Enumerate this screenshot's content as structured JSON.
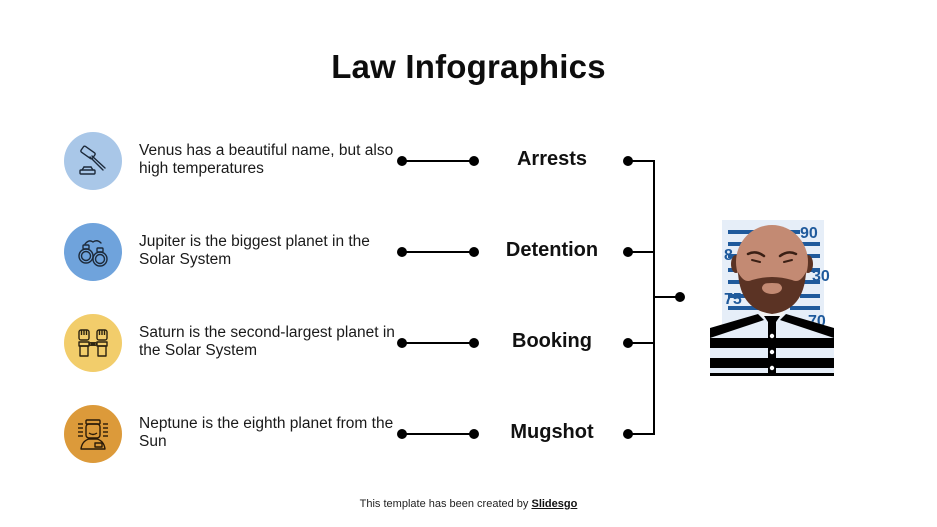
{
  "slide": {
    "title": "Law Infographics",
    "items": [
      {
        "icon": "gavel-icon",
        "circle_color": "#a9c7e8",
        "text": "Venus has a beautiful name, but also high temperatures",
        "label": "Arrests"
      },
      {
        "icon": "handcuffs-icon",
        "circle_color": "#6fa3dc",
        "text": "Jupiter is the biggest planet in the Solar System",
        "label": "Detention"
      },
      {
        "icon": "cuffed-fists-icon",
        "circle_color": "#f2cd6b",
        "text": "Saturn is the second-largest planet in the Solar System",
        "label": "Booking"
      },
      {
        "icon": "prisoner-icon",
        "circle_color": "#dc9a3a",
        "text": "Neptune is the eighth planet from the Sun",
        "label": "Mugshot"
      }
    ],
    "mugshot": {
      "height_marks": [
        "90",
        "85",
        "80",
        "75",
        "70"
      ],
      "colors": {
        "board": "#e6eef8",
        "marks": "#1f5a9c",
        "skin": "#c38a73",
        "beard": "#5b3324",
        "stripe": "#000000"
      }
    },
    "footer": {
      "prefix": "This template has been created by ",
      "link": "Slidesgo"
    }
  }
}
